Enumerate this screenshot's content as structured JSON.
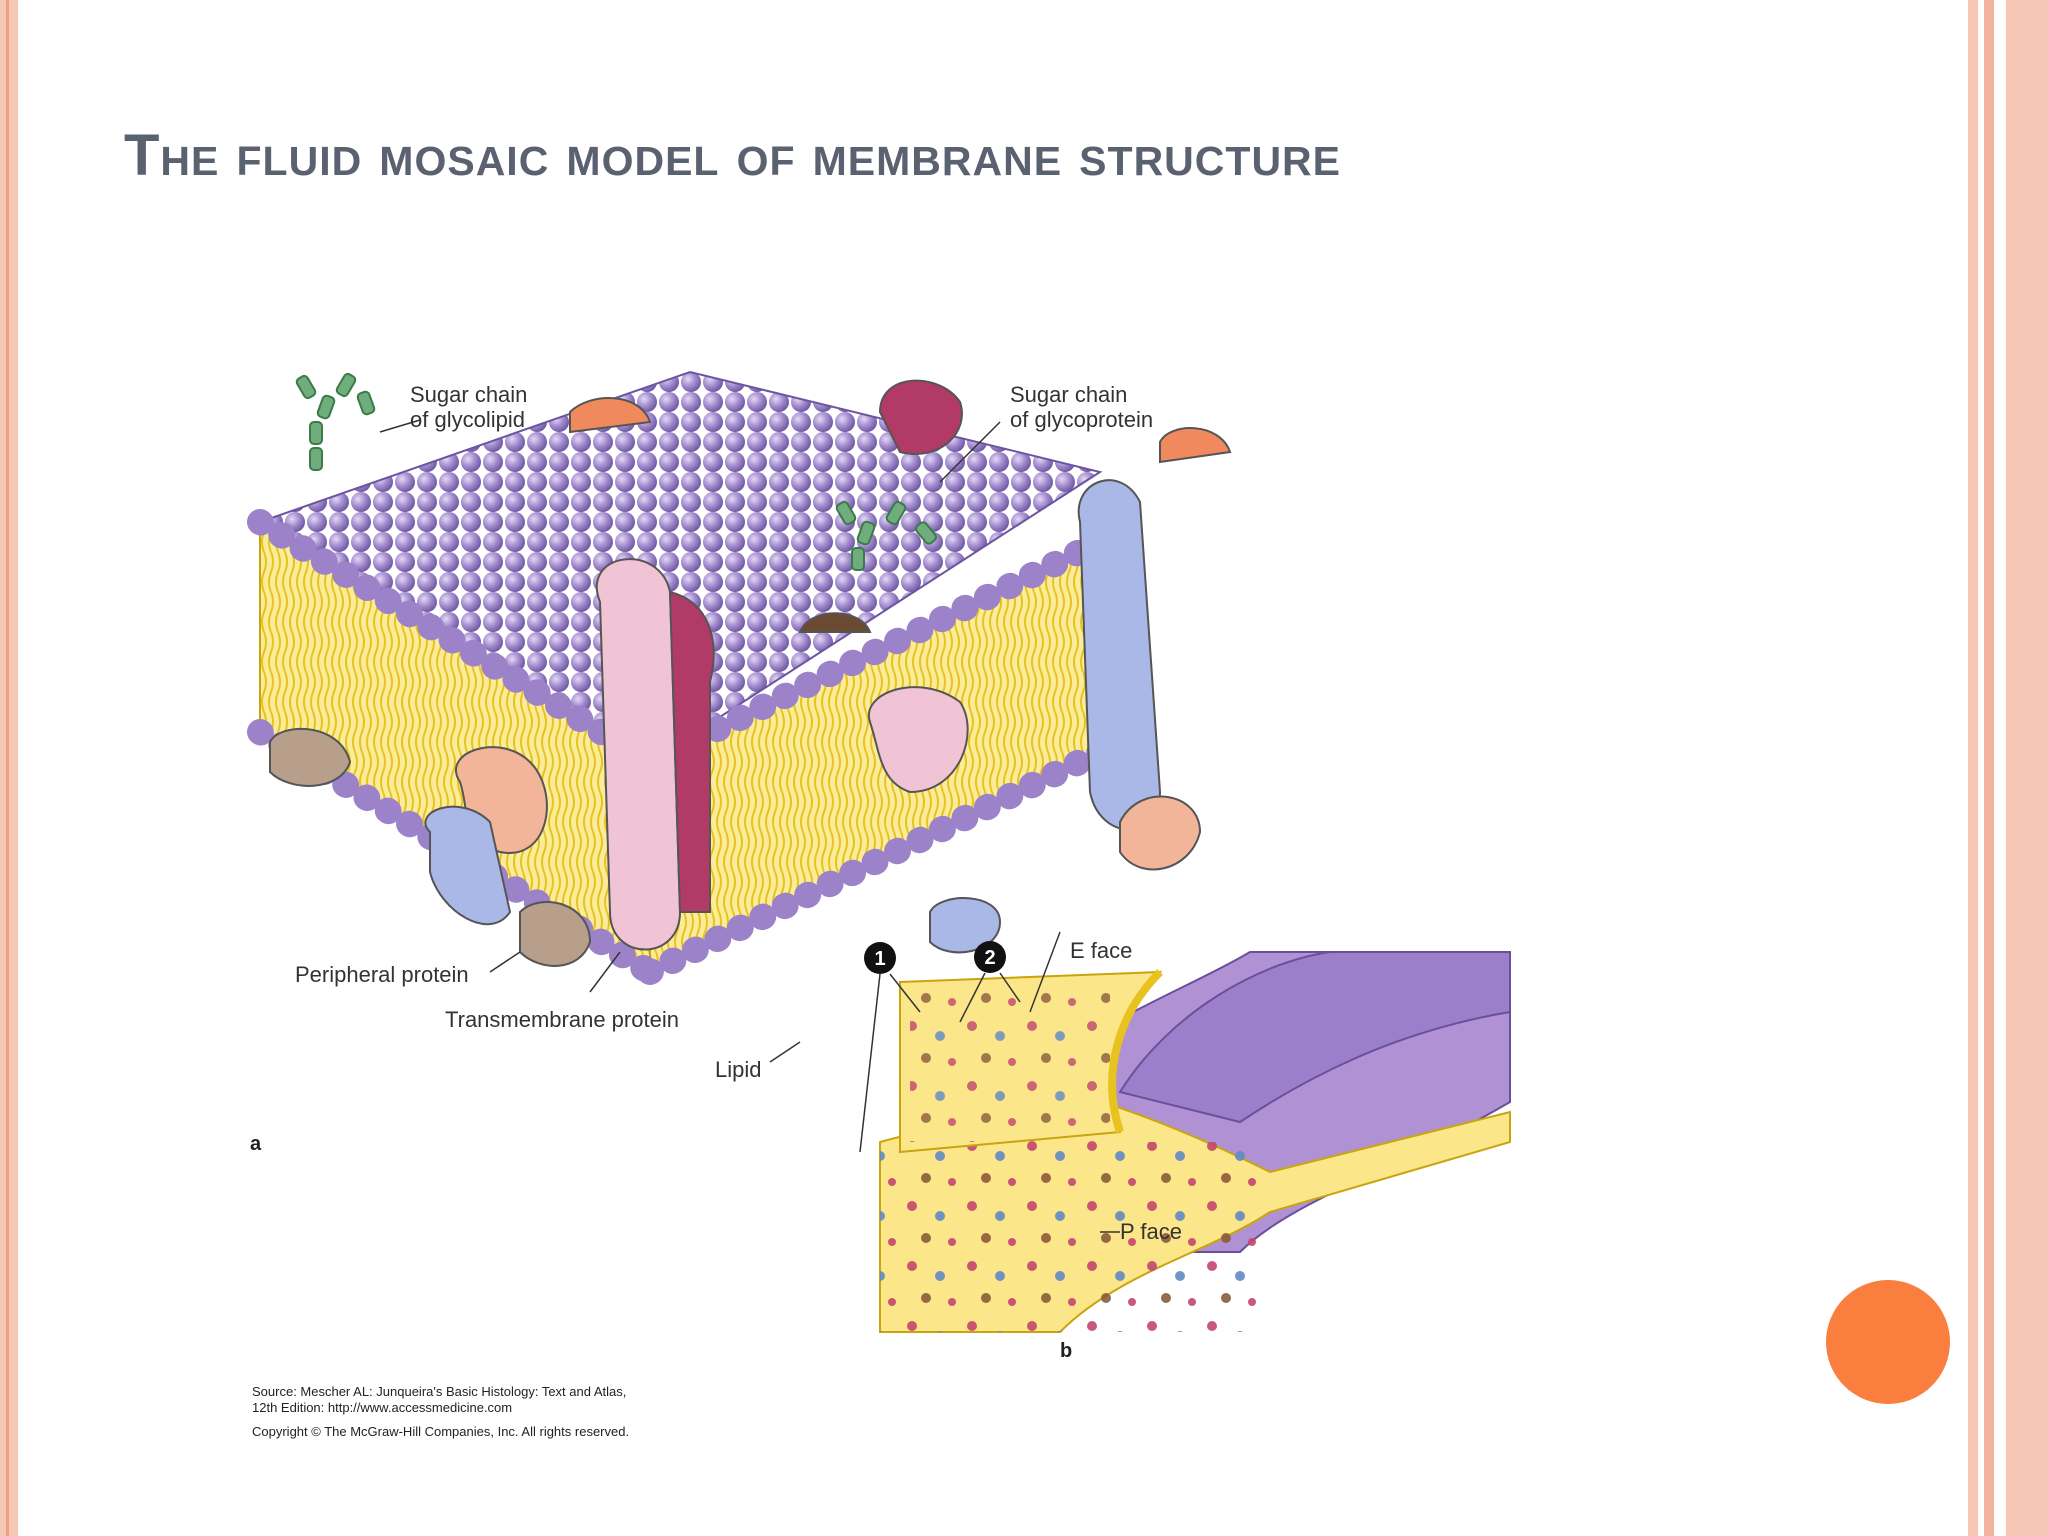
{
  "slide": {
    "title": "The fluid mosaic model of membrane structure"
  },
  "figure": {
    "panel_a": {
      "panel_label": "a",
      "labels": {
        "sugar_glycolipid_1": "Sugar chain",
        "sugar_glycolipid_2": "of glycolipid",
        "sugar_glycoprotein_1": "Sugar chain",
        "sugar_glycoprotein_2": "of glycoprotein",
        "peripheral": "Peripheral protein",
        "transmembrane": "Transmembrane protein",
        "lipid": "Lipid"
      }
    },
    "panel_b": {
      "panel_label": "b",
      "labels": {
        "e_face": "E face",
        "p_face": "P face",
        "marker_1": "1",
        "marker_2": "2"
      }
    },
    "source": {
      "line1": "Source: Mescher AL: Junqueira's Basic Histology: Text and Atlas,",
      "line2": "12th Edition: http://www.accessmedicine.com",
      "line3": "Copyright © The McGraw-Hill Companies, Inc. All rights reserved."
    }
  },
  "colors": {
    "title": "#5a6170",
    "accent_orange": "#fa7e3e",
    "border_peach": "#f6c7b4",
    "lipid_head": "#a68fd0",
    "lipid_tail": "#f2d640",
    "protein_blue": "#a9b8e6",
    "protein_pink": "#f1c4d5",
    "protein_peach": "#f3b59a",
    "protein_brown": "#b79f8c",
    "sugar_green": "#6fae7c"
  }
}
